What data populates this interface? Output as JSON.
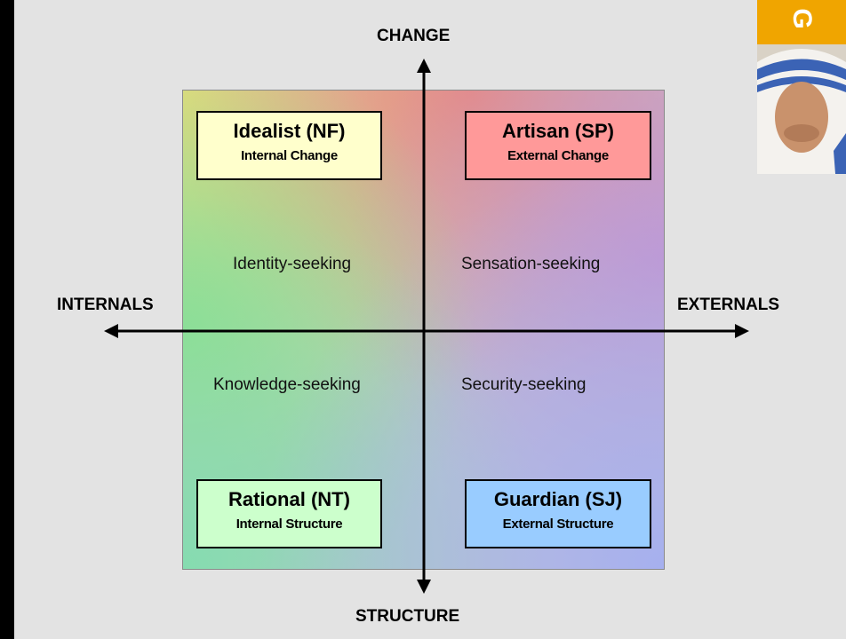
{
  "axes": {
    "top": "CHANGE",
    "bottom": "STRUCTURE",
    "left": "INTERNALS",
    "right": "EXTERNALS"
  },
  "types": {
    "nf": {
      "name": "Idealist (NF)",
      "sub": "Internal Change",
      "color": "#ffffcc"
    },
    "sp": {
      "name": "Artisan (SP)",
      "sub": "External Change",
      "color": "#ff9999"
    },
    "nt": {
      "name": "Rational (NT)",
      "sub": "Internal Structure",
      "color": "#ccffcc"
    },
    "sj": {
      "name": "Guardian (SJ)",
      "sub": "External Structure",
      "color": "#99ccff"
    }
  },
  "seeking": {
    "identity": "Identity-seeking",
    "sensation": "Sensation-seeking",
    "knowledge": "Knowledge-seeking",
    "security": "Security-seeking"
  },
  "photo": {
    "glyph": "G",
    "description_icon": "portrait-photo-icon"
  },
  "colors": {
    "slide_bg": "#e3e3e3",
    "frame_bg": "#000000",
    "photo_accent": "#f0a500"
  }
}
